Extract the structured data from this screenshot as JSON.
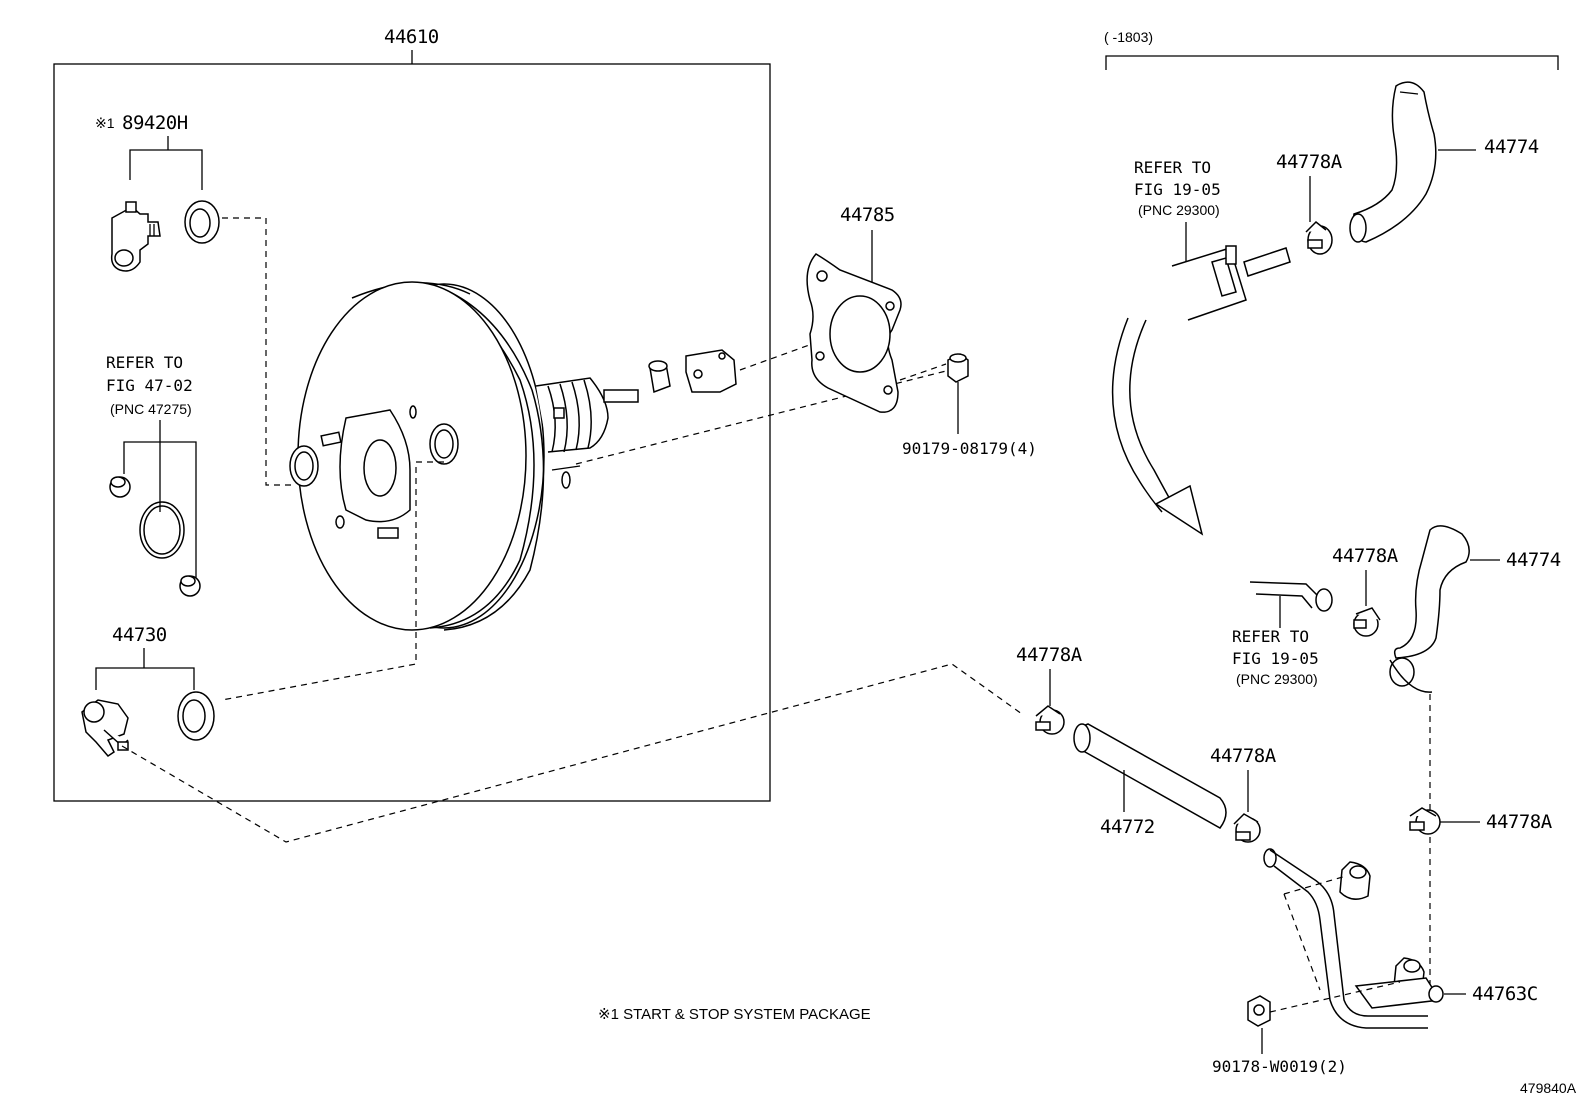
{
  "parts": {
    "p44610": "44610",
    "p89420h": "89420H",
    "p89420h_mark": "※1",
    "p44730": "44730",
    "p44785": "44785",
    "p90179": "90179-08179(4)",
    "p44774_top": "44774",
    "p44778a_top": "44778A",
    "p44774_mid": "44774",
    "p44778a_mid": "44778A",
    "p44778a_hose": "44778A",
    "p44772": "44772",
    "p44778a_low": "44778A",
    "p44778a_right": "44778A",
    "p44763c": "44763C",
    "p90178": "90178-W0019(2)"
  },
  "references": {
    "fig4702": {
      "line1": "REFER TO",
      "line2": "FIG 47-02",
      "line3": "(PNC 47275)"
    },
    "fig1905_top": {
      "line1": "REFER TO",
      "line2": "FIG 19-05",
      "line3": "(PNC 29300)"
    },
    "fig1905_mid": {
      "line1": "REFER TO",
      "line2": "FIG 19-05",
      "line3": "(PNC 29300)"
    }
  },
  "date_range": "(      -1803)",
  "footnote": "※1 START & STOP SYSTEM PACKAGE",
  "diagram_code": "479840A"
}
